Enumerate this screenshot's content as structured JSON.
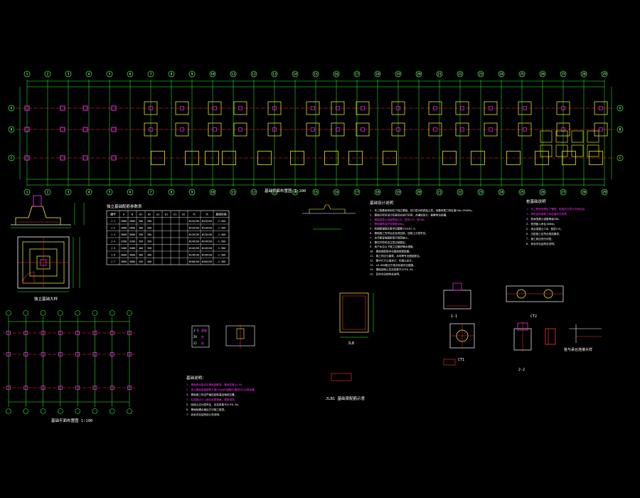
{
  "drawing": {
    "background": "#000000",
    "colors": {
      "axis": "#33ff33",
      "footing": "#ffff33",
      "column": "#ff33ff",
      "dim": "#33ff33",
      "centerline": "#ff3333",
      "text": "#ffffff",
      "note_highlight": "#ff33ff",
      "cyan": "#33ffff"
    },
    "top_plan": {
      "axis_labels_top": [
        "1",
        "2",
        "3",
        "4",
        "5",
        "6",
        "7",
        "8",
        "9",
        "10",
        "11",
        "12",
        "13",
        "14",
        "15",
        "16",
        "17",
        "18",
        "19",
        "20",
        "21",
        "22",
        "23",
        "24",
        "25",
        "26",
        "27",
        "28",
        "29"
      ],
      "axis_labels_side": [
        "A",
        "B",
        "C"
      ],
      "caption": "基础平面布置图 1:100"
    },
    "mid_section": {
      "caption": "独立基础大样"
    },
    "left_plan": {
      "caption": "基础平面布置图 1:100"
    },
    "table": {
      "title": "独立基础配筋参数表",
      "headers": [
        "编号",
        "A",
        "B",
        "H1",
        "H2",
        "a1",
        "b1",
        "h1",
        "h2",
        "①",
        "②",
        "基底标高"
      ],
      "rows": [
        [
          "J-1",
          "2600",
          "2600",
          "300",
          "300",
          "",
          "",
          "",
          "",
          "Φ12@150",
          "Φ12@150",
          "-1.500"
        ],
        [
          "J-2",
          "2800",
          "2800",
          "300",
          "300",
          "",
          "",
          "",
          "",
          "Φ12@150",
          "Φ12@150",
          "-1.500"
        ],
        [
          "J-3",
          "3000",
          "3000",
          "350",
          "300",
          "",
          "",
          "",
          "",
          "Φ12@130",
          "Φ12@130",
          "-1.500"
        ],
        [
          "J-4",
          "3200",
          "3200",
          "350",
          "350",
          "",
          "",
          "",
          "",
          "Φ14@150",
          "Φ14@150",
          "-1.500"
        ],
        [
          "J-5",
          "3400",
          "3400",
          "400",
          "350",
          "",
          "",
          "",
          "",
          "Φ14@150",
          "Φ14@150",
          "-1.500"
        ],
        [
          "J-6",
          "3600",
          "3600",
          "400",
          "400",
          "",
          "",
          "",
          "",
          "Φ14@130",
          "Φ14@130",
          "-1.500"
        ],
        [
          "J-7",
          "3800",
          "3800",
          "450",
          "400",
          "",
          "",
          "",
          "",
          "Φ16@150",
          "Φ16@150",
          "-1.500"
        ]
      ]
    },
    "notes_center": {
      "title": "基础设计说明",
      "lines": [
        "1. 本工程基础采用柱下独立基础，持力层为粉质粘土层，地基承载力特征值fak=150kPa。",
        "2. 基础开挖至设计标高后应进行钎探，并通知设计、勘察单位验槽。",
        "3. 基础混凝土强度等级C30，垫层C15，厚100。",
        "4. 基础钢筋保护层厚度40mm。",
        "5. 柱插筋锚固长度详见图集11G101-3。",
        "6. 基础施工完毕后应及时回填，回填土分层夯实。",
        "7. 未尽事宜按国家现行规范施工。",
        "8. 基坑开挖时应注意边坡稳定。",
        "9. 地下水位以下施工应做好降水措施。",
        "10. 基础梁配筋详见基础梁配筋图。",
        "11. 施工时应与建筑、水电等专业图纸配合。",
        "12. 图中尺寸以毫米计，标高以米计。",
        "13. ±0.000相当于绝对标高详见建施。",
        "14. 基础回填土压实系数不小于0.94。",
        "15. 其余详见结构总说明。"
      ]
    },
    "notes_right": {
      "title": "桩基础说明",
      "lines": [
        "1. 本工程采用预应力管桩，桩端持力层为中风化岩。",
        "2. 单桩竖向承载力特征值详见桩表。",
        "3. 桩身混凝土强度等级C80。",
        "4. 桩顶嵌入承台100mm。",
        "5. 承台混凝土C30，垫层C15。",
        "6. 沉桩施工应符合规范要求。",
        "7. 施工前应进行试桩。",
        "8. 其余详见结构总说明。"
      ]
    },
    "notes_bottom": {
      "title": "基础说明：",
      "lines": [
        "1. 基础底标高详见基础配筋表，基础混凝土C30。",
        "2. 独立基础底板配筋长度≥2500时钢筋可缩短10%交错放置。",
        "3. 基础施工时应严格控制标高及轴线位置。",
        "4. 柱插筋应与上部柱纵筋规格、根数相同。",
        "5. 回填土应分层夯实，压实系数不小于0.94。",
        "6. 基础验槽合格后方可施工垫层。",
        "7. 其余详见结构设计总说明。"
      ]
    },
    "small_legend": {
      "rows": [
        [
          "J-1",
          "基础"
        ],
        [
          "ZH",
          "柱"
        ],
        [
          "ZJ",
          "桩"
        ]
      ]
    },
    "details": {
      "section_1_1": "1-1",
      "section_2_2": "2-2",
      "ct1": "CT1",
      "ct2": "CT2",
      "jlb": "JLB",
      "jlb_caption": "JLB1 基础梁配筋示意",
      "pile_caption": "桩与承台连接大样"
    }
  }
}
